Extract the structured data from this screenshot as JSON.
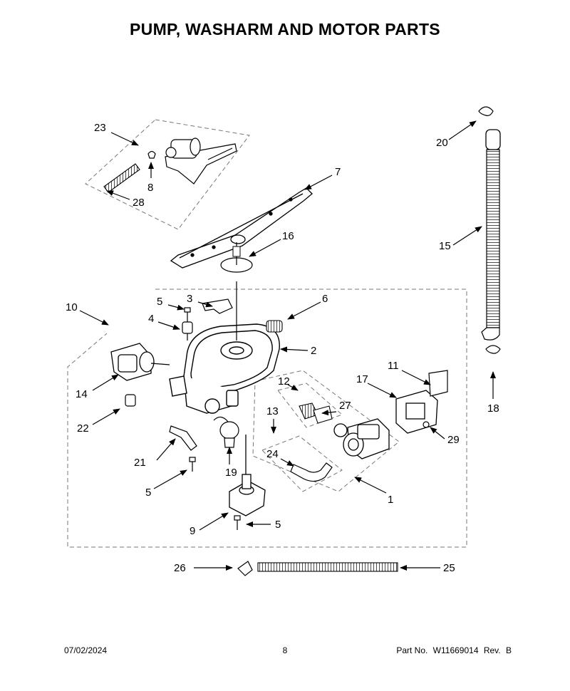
{
  "title": "PUMP, WASHARM AND MOTOR PARTS",
  "callouts": {
    "c1": "1",
    "c2": "2",
    "c3": "3",
    "c4": "4",
    "c5a": "5",
    "c5b": "5",
    "c5c": "5",
    "c6": "6",
    "c7": "7",
    "c8": "8",
    "c9": "9",
    "c10": "10",
    "c11": "11",
    "c12": "12",
    "c13": "13",
    "c14": "14",
    "c15": "15",
    "c16": "16",
    "c17": "17",
    "c18": "18",
    "c19": "19",
    "c20": "20",
    "c21": "21",
    "c22": "22",
    "c23": "23",
    "c24": "24",
    "c25": "25",
    "c26": "26",
    "c27": "27",
    "c28": "28",
    "c29": "29"
  },
  "footer": {
    "date": "07/02/2024",
    "page": "8",
    "part_label": "Part No.",
    "part_no": "W11669014",
    "rev_label": "Rev.",
    "rev": "B"
  }
}
